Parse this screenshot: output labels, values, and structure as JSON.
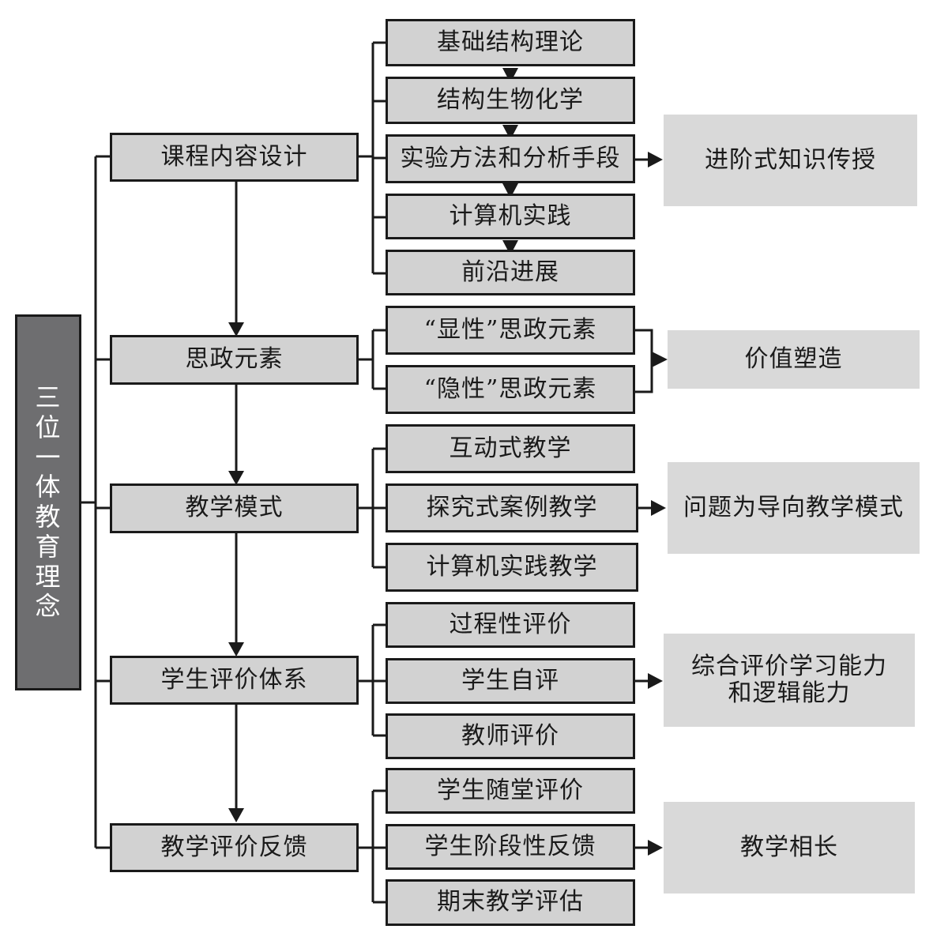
{
  "root": {
    "chars": [
      "三",
      "位",
      "一",
      "体",
      "教",
      "育",
      "理",
      "念"
    ]
  },
  "categories": [
    {
      "label": "课程内容设计",
      "items": [
        "基础结构理论",
        "结构生物化学",
        "实验方法和分析手段",
        "计算机实践",
        "前沿进展"
      ],
      "outcome": "进阶式知识传授"
    },
    {
      "label": "思政元素",
      "items": [
        "“显性”思政元素",
        "“隐性”思政元素"
      ],
      "outcome": "价值塑造"
    },
    {
      "label": "教学模式",
      "items": [
        "互动式教学",
        "探究式案例教学",
        "计算机实践教学"
      ],
      "outcome": "问题为导向教学模式"
    },
    {
      "label": "学生评价体系",
      "items": [
        "过程性评价",
        "学生自评",
        "教师评价"
      ],
      "outcome": "综合评价学习能力和逻辑能力"
    },
    {
      "label": "教学评价反馈",
      "items": [
        "学生随堂评价",
        "学生阶段性反馈",
        "期末教学评估"
      ],
      "outcome": "教学相长"
    }
  ]
}
